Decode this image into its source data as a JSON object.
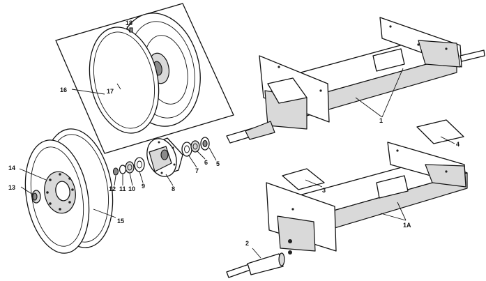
{
  "callouts": {
    "c1": "1",
    "c1a": "1A",
    "c2": "2",
    "c3": "3",
    "c4": "4",
    "c5": "5",
    "c6": "6",
    "c7": "7",
    "c8": "8",
    "c9": "9",
    "c10": "10",
    "c11": "11",
    "c12": "12",
    "c13": "13",
    "c14": "14",
    "c15": "15",
    "c16": "16",
    "c17": "17",
    "c18": "18"
  }
}
